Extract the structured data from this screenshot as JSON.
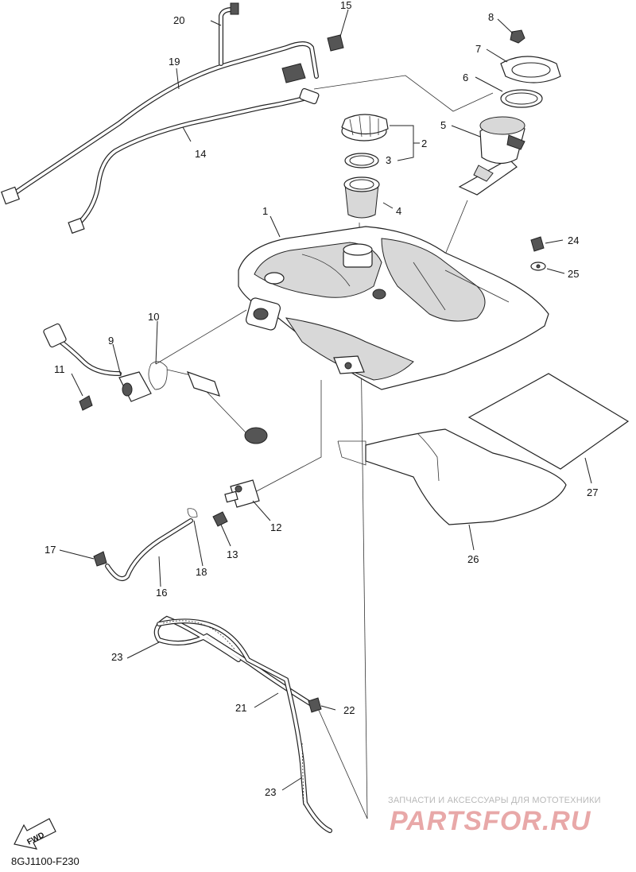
{
  "diagram": {
    "code": "8GJ1100-F230",
    "fwd_label": "FWD",
    "callouts": [
      "1",
      "2",
      "3",
      "4",
      "5",
      "6",
      "7",
      "8",
      "9",
      "10",
      "11",
      "12",
      "13",
      "14",
      "15",
      "16",
      "17",
      "18",
      "19",
      "20",
      "21",
      "22",
      "23",
      "23",
      "24",
      "25",
      "26",
      "27"
    ]
  },
  "watermark": {
    "tagline": "ЗАПЧАСТИ И АКСЕССУАРЫ ДЛЯ МОТОТЕХНИКИ",
    "logo": "PARTSFOR.RU"
  }
}
